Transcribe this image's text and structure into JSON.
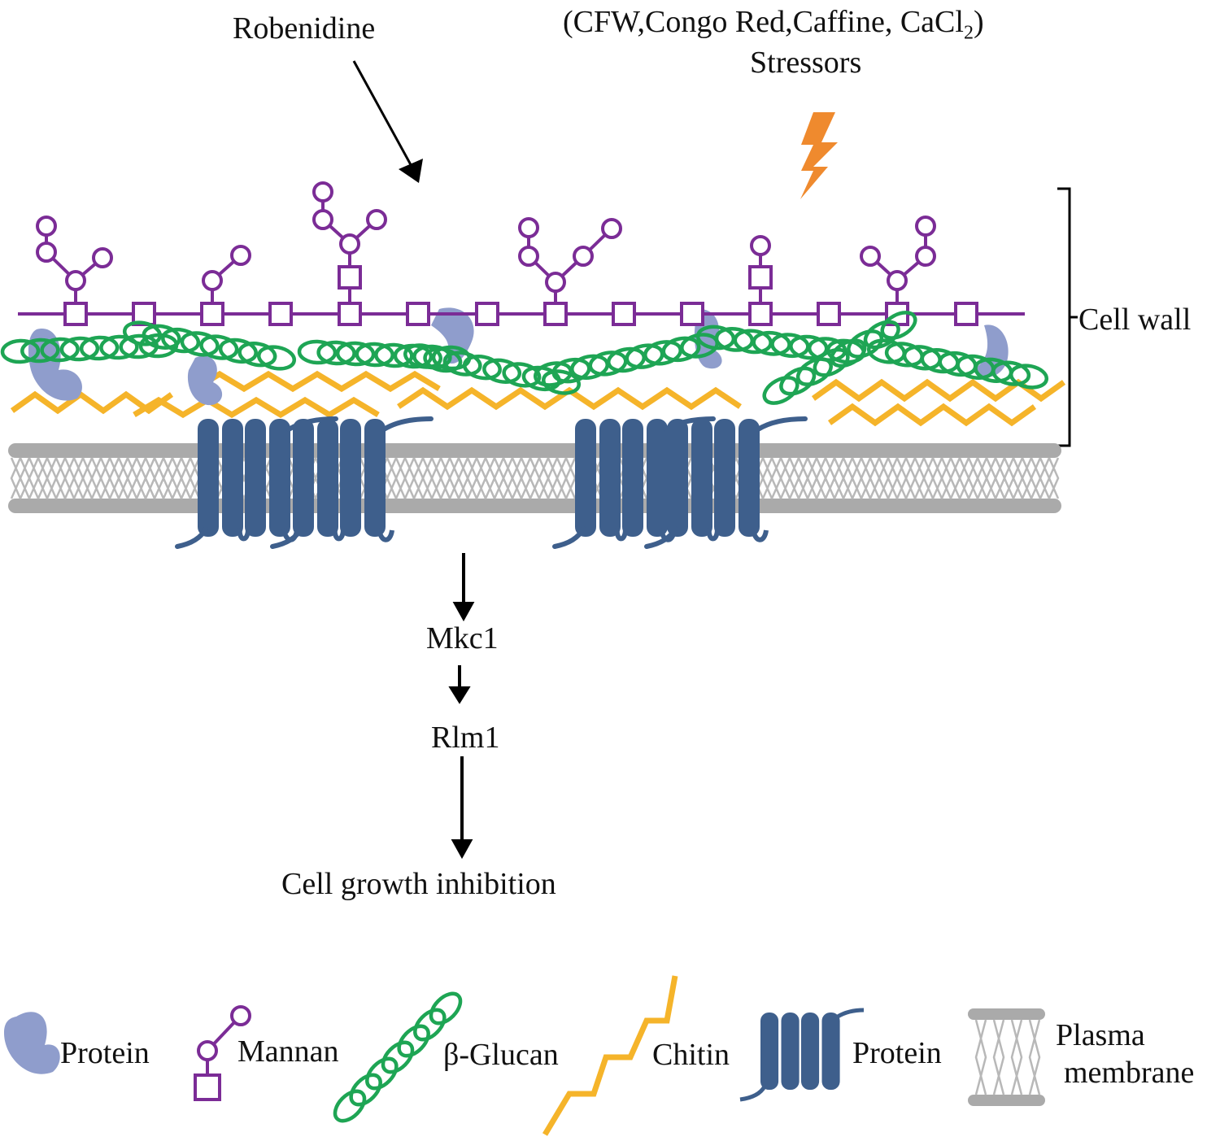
{
  "labels": {
    "drug": "Robenidine",
    "stressor_agents_prefix": "(CFW,Congo Red,Caffine, CaCl",
    "stressor_agents_subscript": "2",
    "stressor_agents_suffix": ")",
    "stressors": "Stressors",
    "cell_wall": "Cell wall"
  },
  "pathway": [
    "Mkc1",
    "Rlm1",
    "Cell growth inhibition"
  ],
  "legend": {
    "protein_peripheral": "Protein",
    "mannan": "Mannan",
    "glucan": "β-Glucan",
    "chitin": "Chitin",
    "protein_transmembrane": "Protein",
    "plasma_membrane_line1": "Plasma",
    "plasma_membrane_line2": "membrane"
  },
  "colors": {
    "mannan": "#7b2c96",
    "glucan": "#1ea554",
    "chitin": "#f5b42a",
    "protein_peripheral": "#8f9dcc",
    "protein_transmembrane": "#3e5f8c",
    "membrane": "#a9a9a9",
    "stress_bolt": "#ef8a2e"
  }
}
